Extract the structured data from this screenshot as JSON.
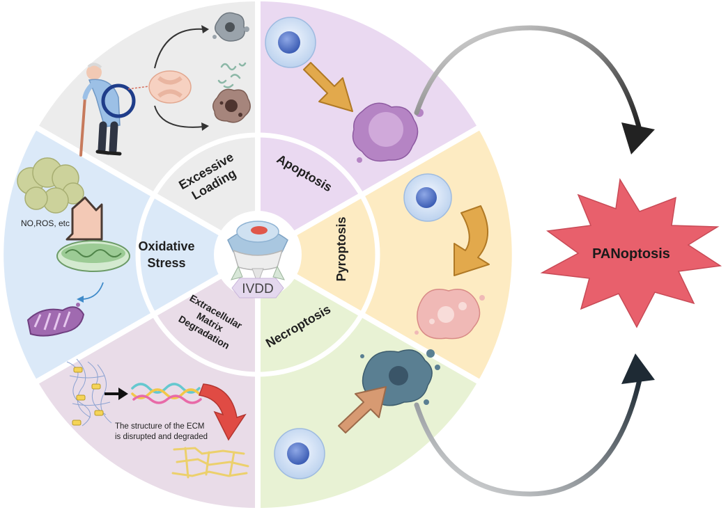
{
  "hub": {
    "label": "IVDD"
  },
  "segments": {
    "excessive_loading": {
      "line1": "Excessive",
      "line2": "Loading"
    },
    "oxidative_stress": {
      "line1": "Oxidative",
      "line2": "Stress"
    },
    "ecm_degradation": {
      "line1": "Extracellular",
      "line2": "Matrix",
      "line3": "Degradation"
    },
    "apoptosis": {
      "label": "Apoptosis"
    },
    "pyroptosis": {
      "label": "Pyroptosis"
    },
    "necroptosis": {
      "label": "Necroptosis"
    }
  },
  "notes": {
    "ros": "NO,ROS, etc",
    "ecm_line1": "The structure of the ECM",
    "ecm_line2": "is disrupted and degraded"
  },
  "outcome": {
    "label": "PANoptosis"
  },
  "colors": {
    "loading": "#ececec",
    "oxidative": "#dbe9f8",
    "ecm": "#e9dce8",
    "apoptosis": "#ead9f1",
    "pyroptosis": "#fdebc2",
    "necroptosis": "#e8f2d4",
    "burst": "#e8606c"
  }
}
